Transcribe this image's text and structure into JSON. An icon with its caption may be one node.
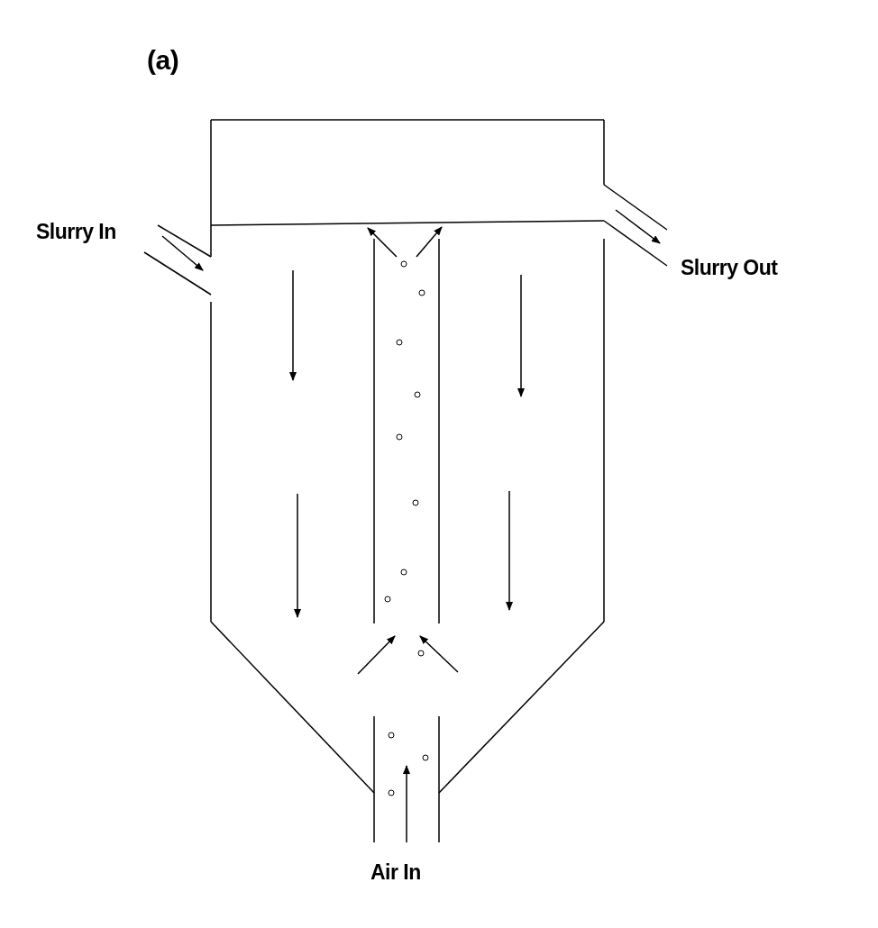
{
  "diagram": {
    "labels": [
      "(a)",
      "Slurry In",
      "Slurry Out",
      "Air In"
    ]
  }
}
